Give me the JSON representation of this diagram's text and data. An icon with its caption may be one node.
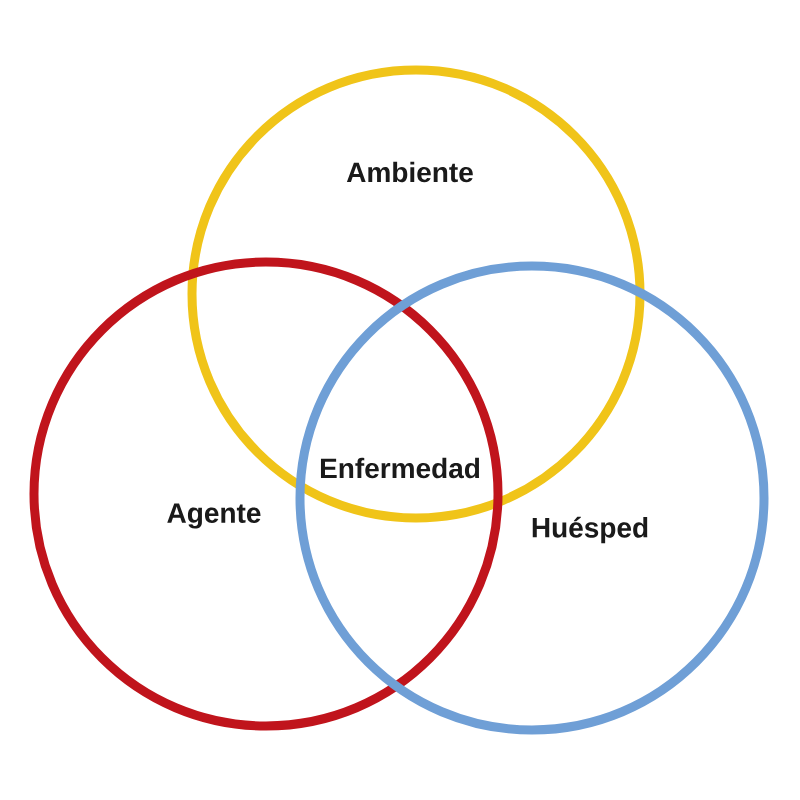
{
  "diagram": {
    "nodes": [
      {
        "text": [
          "Ambiente"
        ]
      },
      {
        "text": [
          "Agente"
        ]
      },
      {
        "text": [
          "Huésped"
        ]
      }
    ],
    "edges": [],
    "labels": [
      "Enfermedad"
    ]
  }
}
